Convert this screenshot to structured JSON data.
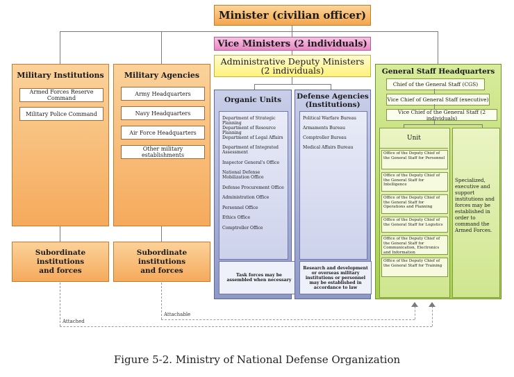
{
  "minister": {
    "label": "Minister (civilian officer)"
  },
  "vice_ministers": {
    "label": "Vice Ministers (2 individuals)"
  },
  "admin_deputy": {
    "line1": "Administrative Deputy Ministers",
    "line2": "(2 individuals)"
  },
  "military_institutions": {
    "title": "Military Institutions",
    "items": [
      "Armed Forces Reserve Command",
      "Military Police Command"
    ],
    "subordinate": {
      "line1": "Subordinate institutions",
      "line2": "and forces"
    }
  },
  "military_agencies": {
    "title": "Military Agencies",
    "items": [
      "Army Headquarters",
      "Navy Headquarters",
      "Air Force Headquarters",
      "Other military establishments"
    ],
    "subordinate": {
      "line1": "Subordinate institutions",
      "line2": "and forces"
    }
  },
  "organic_units": {
    "title": "Organic Units",
    "items": [
      "Department of Strategic Planning",
      "Department of Resource Planning",
      "Department of Legal Affairs",
      "Department of Integrated Assessment",
      "Inspector General's Office",
      "National Defense Mobilization Office",
      "Defense Procurement Office",
      "Administration Office",
      "Personnel Office",
      "Ethics Office",
      "Comptroller Office"
    ],
    "note": "Task forces may be assembled when necessary"
  },
  "defense_agencies": {
    "title_line1": "Defense Agencies",
    "title_line2": "(Institutions)",
    "items": [
      "Political Warfare Bureau",
      "Armaments Bureau",
      "Comptroller Bureau",
      "Medical Affairs Bureau"
    ],
    "note": "Research and development or overseas military institutions or personnel may be established in accordance to law"
  },
  "general_staff": {
    "title": "General Staff Headquarters",
    "cgs": "Chief of the General Staff (CGS)",
    "vice_exec": "Vice Chief of General Staff (executive)",
    "vice_two": "Vice Chief of the General Staff (2 individuals)",
    "unit_label": "Unit",
    "offices": [
      "Office of the Deputy Chief of the General Staff for Personnel",
      "Office of the Deputy Chief of the General Staff for Intelligence",
      "Office of the Deputy Chief of the General Staff for Operations and Planning",
      "Office of the Deputy Chief of the General Staff for Logistics",
      "Office of the Deputy Chief of the General Staff for Communication, Electronics and Information",
      "Office of the Deputy Chief of the General Staff for Training"
    ],
    "specialized": "Specialized, executive and support institutions and forces may be established in order to command the Armed Forces."
  },
  "connectors": {
    "attachable": "Attachable",
    "attached": "Attached"
  },
  "caption": "Figure 5-2. Ministry of National Defense Organization",
  "colors": {
    "orange": "#f5aa5c",
    "pink": "#e987c4",
    "yellow": "#fff27a",
    "blue": "#8d98c6",
    "green": "#a8cf4e"
  }
}
